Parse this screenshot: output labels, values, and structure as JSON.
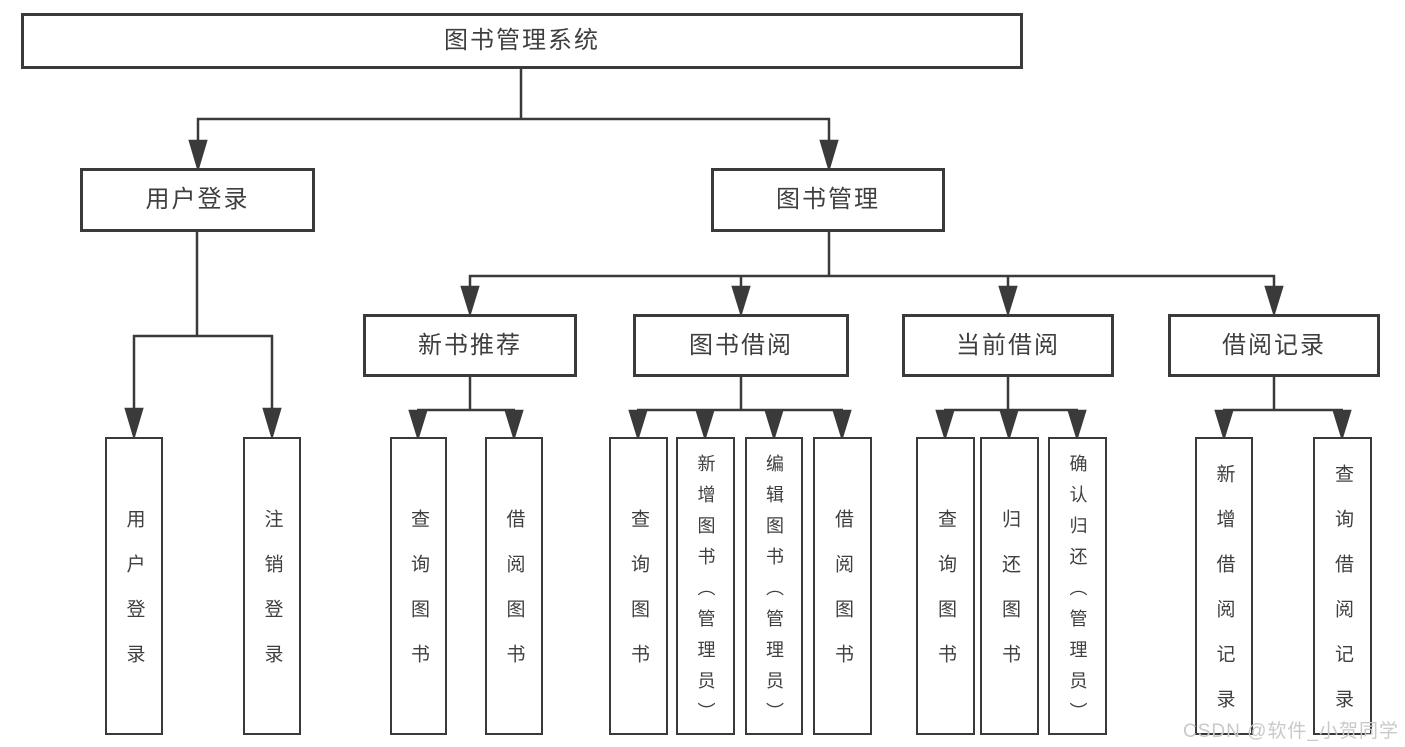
{
  "diagram": {
    "colors": {
      "line": "#3a3a3a",
      "text": "#3f3f3f",
      "watermark": "#c9c9c9",
      "background": "#ffffff"
    },
    "watermark": "CSDN @软件_小贺同学",
    "tree": {
      "root": {
        "label": "图书管理系统"
      },
      "branches": [
        {
          "label": "用户登录",
          "children": [
            {
              "label": "用户登录"
            },
            {
              "label": "注销登录"
            }
          ]
        },
        {
          "label": "图书管理",
          "sections": [
            {
              "label": "新书推荐",
              "children": [
                {
                  "label": "查询图书"
                },
                {
                  "label": "借阅图书"
                }
              ]
            },
            {
              "label": "图书借阅",
              "children": [
                {
                  "label": "查询图书"
                },
                {
                  "label": "新增图书（管理员）"
                },
                {
                  "label": "编辑图书（管理员）"
                },
                {
                  "label": "借阅图书"
                }
              ]
            },
            {
              "label": "当前借阅",
              "children": [
                {
                  "label": "查询图书"
                },
                {
                  "label": "归还图书"
                },
                {
                  "label": "确认归还（管理员）"
                }
              ]
            },
            {
              "label": "借阅记录",
              "children": [
                {
                  "label": "新增借阅记录"
                },
                {
                  "label": "查询借阅记录"
                }
              ]
            }
          ]
        }
      ]
    }
  }
}
